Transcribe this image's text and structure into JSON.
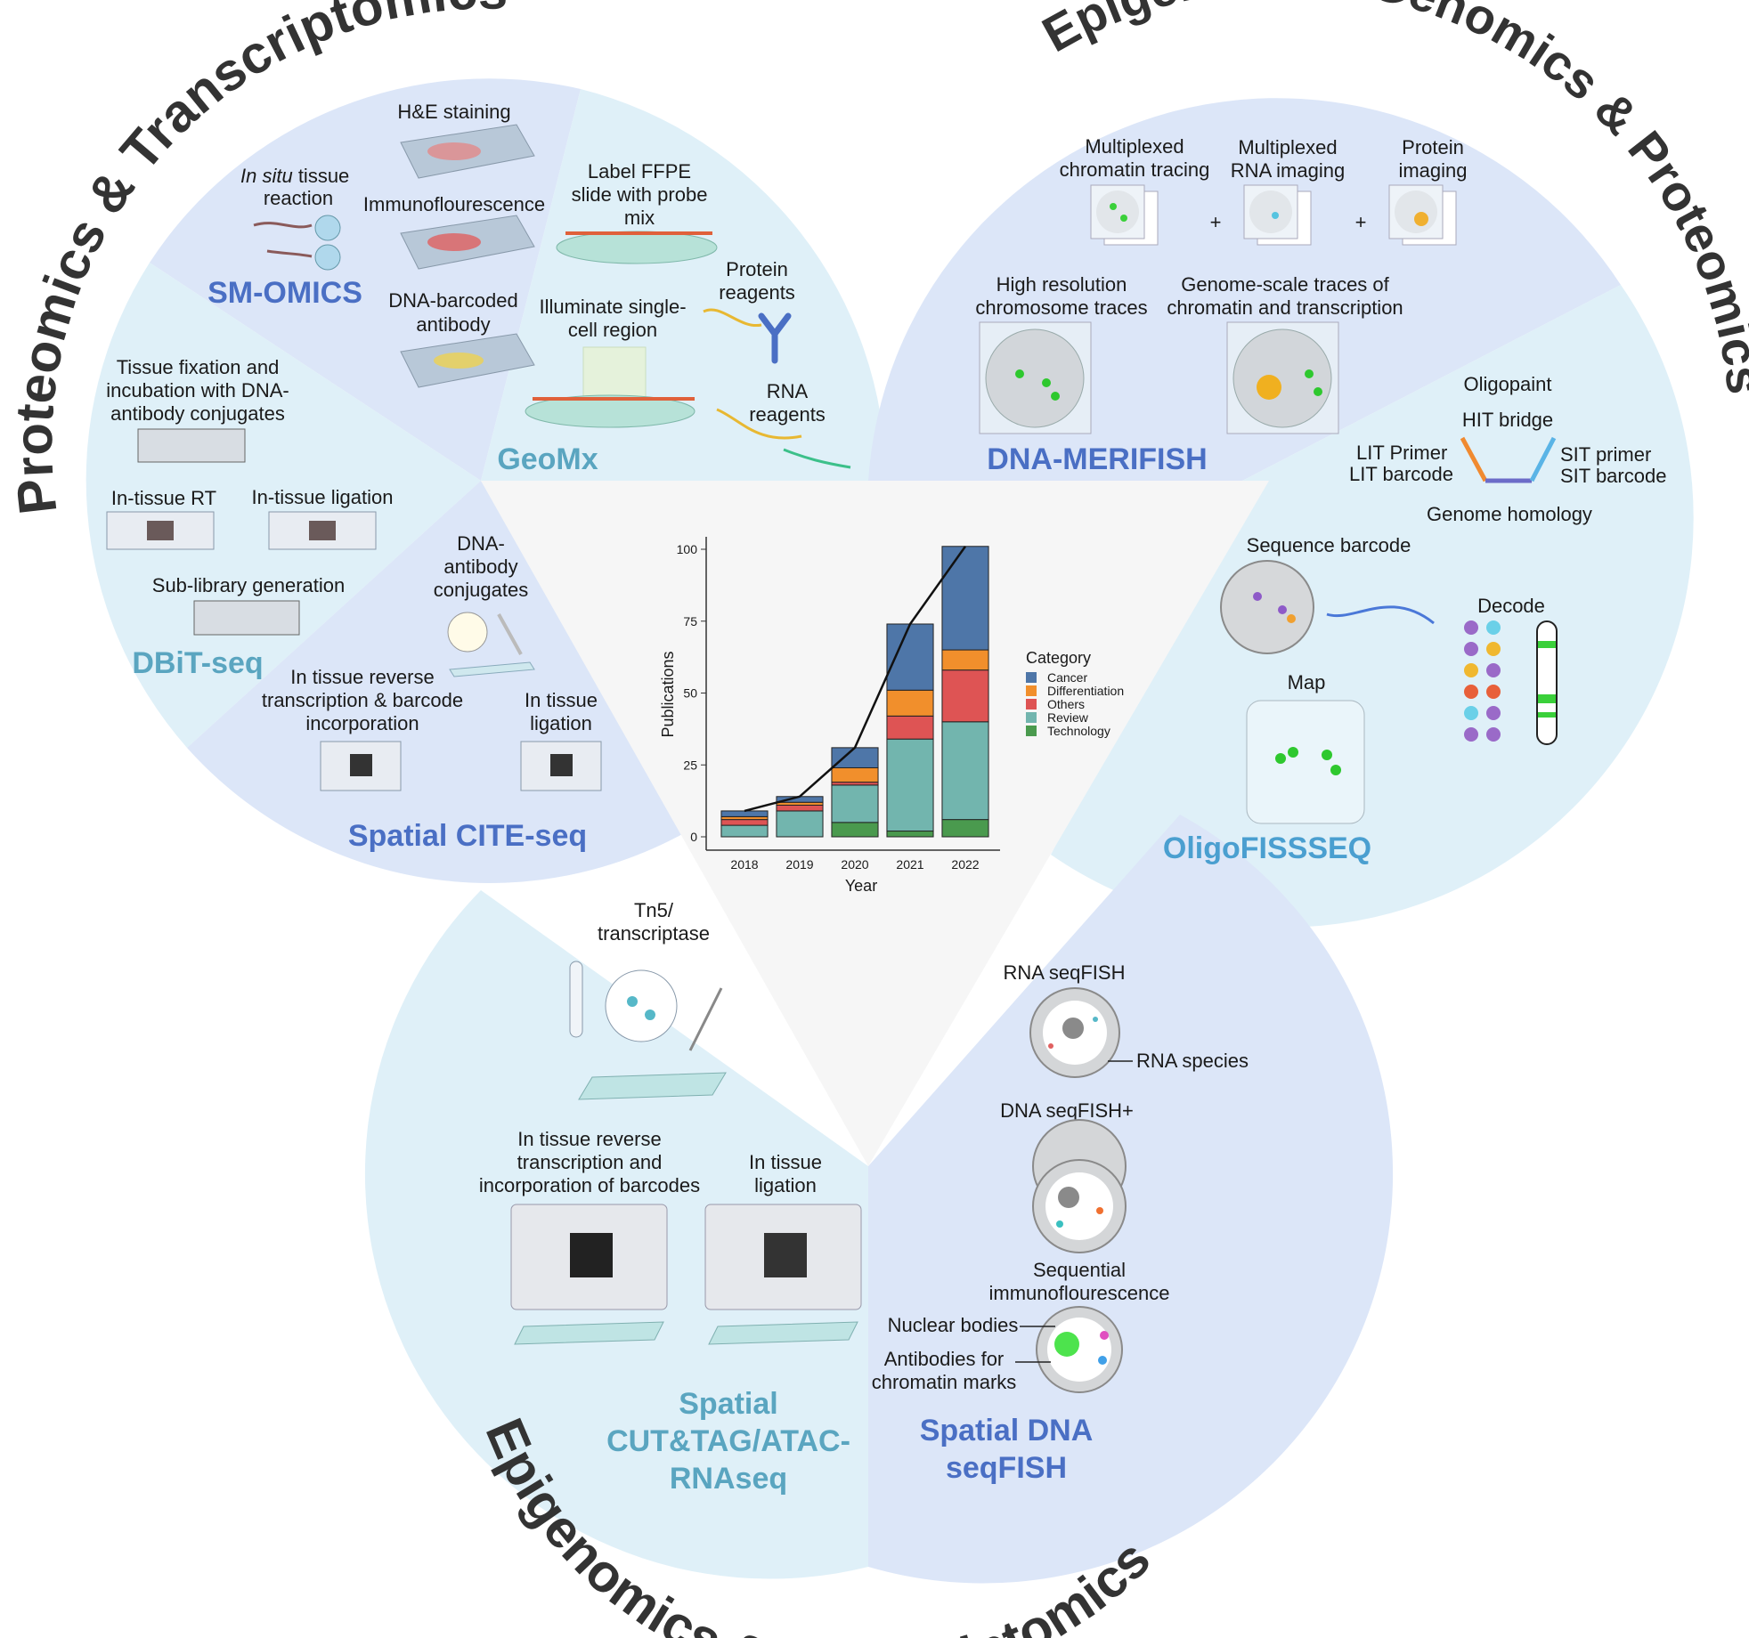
{
  "arc_titles": {
    "top_left": "Proteomics & Transcriptomics",
    "top_right": "Epigenomics/Genomics & Proteomics",
    "bottom": "Epigenomics & Transcriptomics"
  },
  "technologies": {
    "sm_omics": "SM-OMICS",
    "geomx": "GeoMx",
    "dbit_seq": "DBiT-seq",
    "spatial_cite_seq": "Spatial CITE-seq",
    "dna_merfish": "DNA-MERIFISH",
    "oligofissseq": "OligoFISSSEQ",
    "cut_tag_line1": "Spatial",
    "cut_tag_line2": "CUT&TAG/ATAC-",
    "cut_tag_line3": "RNAseq",
    "dna_seqfish_line1": "Spatial DNA",
    "dna_seqfish_line2": "seqFISH"
  },
  "colors": {
    "tech_dark_blue": "#4a6fc4",
    "tech_teal": "#5aa5c0",
    "tech_oligo": "#4a9fd0",
    "sector_light": "#dff0f8",
    "sector_mid": "#dce6f8",
    "center_triangle": "#f6f6f6"
  },
  "labels": {
    "he_staining": "H&E staining",
    "in_situ_italic": "In situ",
    "in_situ_rest": " tissue",
    "in_situ_line2": "reaction",
    "immunofluorescence": "Immunoflourescence",
    "dna_barcoded_1": "DNA-barcoded",
    "dna_barcoded_2": "antibody",
    "label_ffpe_1": "Label FFPE",
    "label_ffpe_2": "slide with probe",
    "label_ffpe_3": "mix",
    "protein_reagents_1": "Protein",
    "protein_reagents_2": "reagents",
    "illuminate_1": "Illuminate single-",
    "illuminate_2": "cell region",
    "rna_reagents_1": "RNA",
    "rna_reagents_2": "reagents",
    "tissue_fix_1": "Tissue fixation and",
    "tissue_fix_2": "incubation with DNA-",
    "tissue_fix_3": "antibody conjugates",
    "in_tissue_rt": "In-tissue RT",
    "in_tissue_lig": "In-tissue ligation",
    "sub_library": "Sub-library generation",
    "dna_ab_conj_1": "DNA-",
    "dna_ab_conj_2": "antibody",
    "dna_ab_conj_3": "conjugates",
    "itrt_1": "In tissue reverse",
    "itrt_2": "transcription &  barcode",
    "itrt_3": "incorporation",
    "itl_1": "In tissue",
    "itl_2": "ligation",
    "mct_1": "Multiplexed",
    "mct_2": "chromatin tracing",
    "mri_1": "Multiplexed",
    "mri_2": "RNA imaging",
    "pi_1": "Protein",
    "pi_2": "imaging",
    "plus": "+",
    "hrct_1": "High resolution",
    "hrct_2": "chromosome traces",
    "gst_1": "Genome-scale traces of",
    "gst_2": "chromatin and transcription",
    "oligopaint": "Oligopaint",
    "hit_bridge": "HIT bridge",
    "lit_primer": "LIT Primer",
    "lit_barcode": "LIT barcode",
    "sit_primer": "SIT primer",
    "sit_barcode": "SIT barcode",
    "genome_homology": "Genome homology",
    "sequence_barcode": "Sequence barcode",
    "decode": "Decode",
    "map": "Map",
    "tn5_1": "Tn5/",
    "tn5_2": "transcriptase",
    "itrt2_1": "In tissue reverse",
    "itrt2_2": "transcription and",
    "itrt2_3": "incorporation of barcodes",
    "itl2_1": "In tissue",
    "itl2_2": "ligation",
    "rna_seqfish": "RNA seqFISH",
    "rna_species": "RNA species",
    "dna_seqfish_plus": "DNA seqFISH+",
    "seq_if_1": "Sequential",
    "seq_if_2": "immunoflourescence",
    "nuclear_bodies": "Nuclear bodies",
    "ab_chrom_1": "Antibodies for",
    "ab_chrom_2": "chromatin marks"
  },
  "chart_data": {
    "type": "bar",
    "stacked": true,
    "xlabel": "Year",
    "ylabel": "Publications",
    "categories": [
      "2018",
      "2019",
      "2020",
      "2021",
      "2022"
    ],
    "ylim": [
      0,
      101
    ],
    "yticks": [
      0,
      25,
      50,
      75,
      100
    ],
    "legend_title": "Category",
    "legend_position": "right",
    "series": [
      {
        "name": "Technology",
        "color": "#4a9a4e",
        "values": [
          0,
          0,
          5,
          2,
          6
        ]
      },
      {
        "name": "Review",
        "color": "#72b5ae",
        "values": [
          4,
          9,
          13,
          32,
          34
        ]
      },
      {
        "name": "Others",
        "color": "#de5454",
        "values": [
          2,
          2,
          1,
          8,
          18
        ]
      },
      {
        "name": "Differentiation",
        "color": "#f18f2c",
        "values": [
          1,
          1,
          5,
          9,
          7
        ]
      },
      {
        "name": "Cancer",
        "color": "#4e76a8",
        "values": [
          2,
          2,
          7,
          23,
          36
        ]
      }
    ],
    "legend_order": [
      "Cancer",
      "Differentiation",
      "Others",
      "Review",
      "Technology"
    ],
    "trend_line": [
      9,
      14,
      31,
      74,
      101
    ]
  }
}
